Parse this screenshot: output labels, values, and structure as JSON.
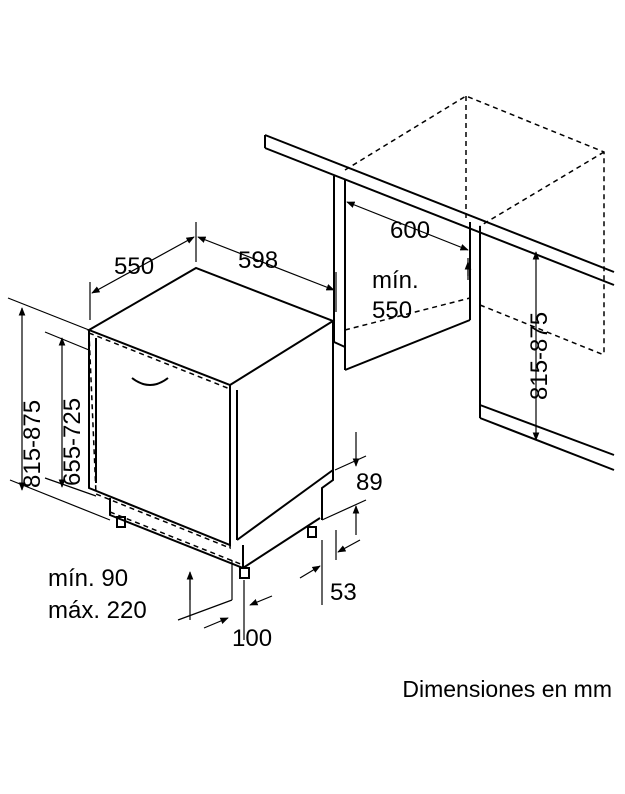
{
  "dimensions": {
    "appliance_depth": "550",
    "appliance_width": "598",
    "niche_width": "600",
    "niche_min_label": "mín.",
    "niche_min_depth": "550",
    "niche_height": "815-875",
    "appliance_height_total": "815-875",
    "appliance_height_body": "655-725",
    "plinth_height": "89",
    "plinth_setback": "53",
    "toe_kick_min": "mín. 90",
    "toe_kick_max": "máx. 220",
    "door_clearance": "100"
  },
  "caption": "Dimensiones en mm"
}
